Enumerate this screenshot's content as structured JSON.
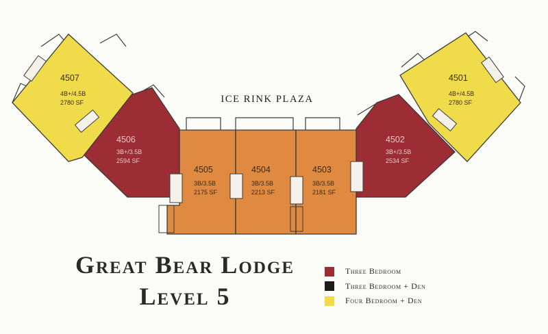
{
  "plaza_label": "ICE RINK PLAZA",
  "title": {
    "line1": "Great Bear Lodge",
    "line2": "Level 5"
  },
  "colors": {
    "four_bedroom": "#f0dc4a",
    "three_bedroom": "#9c2d34",
    "orange_unit": "#df8a40",
    "outline": "#3a3a3a",
    "text_dark": "#2a2a2a"
  },
  "units": [
    {
      "number": "4507",
      "beds": "4B+/4.5B",
      "area": "2780 SF"
    },
    {
      "number": "4506",
      "beds": "3B+/3.5B",
      "area": "2594 SF"
    },
    {
      "number": "4505",
      "beds": "3B/3.5B",
      "area": "2175 SF"
    },
    {
      "number": "4504",
      "beds": "3B/3.5B",
      "area": "2213 SF"
    },
    {
      "number": "4503",
      "beds": "3B/3.5B",
      "area": "2181 SF"
    },
    {
      "number": "4502",
      "beds": "3B+/3.5B",
      "area": "2534 SF"
    },
    {
      "number": "4501",
      "beds": "4B+/4.5B",
      "area": "2780 SF"
    }
  ],
  "legend": [
    {
      "label": "Three Bedroom",
      "color": "#9c2d34"
    },
    {
      "label": "Three Bedroom + Den",
      "color": "#1c1c1c"
    },
    {
      "label": "Four Bedroom + Den",
      "color": "#f0dc4a"
    }
  ]
}
